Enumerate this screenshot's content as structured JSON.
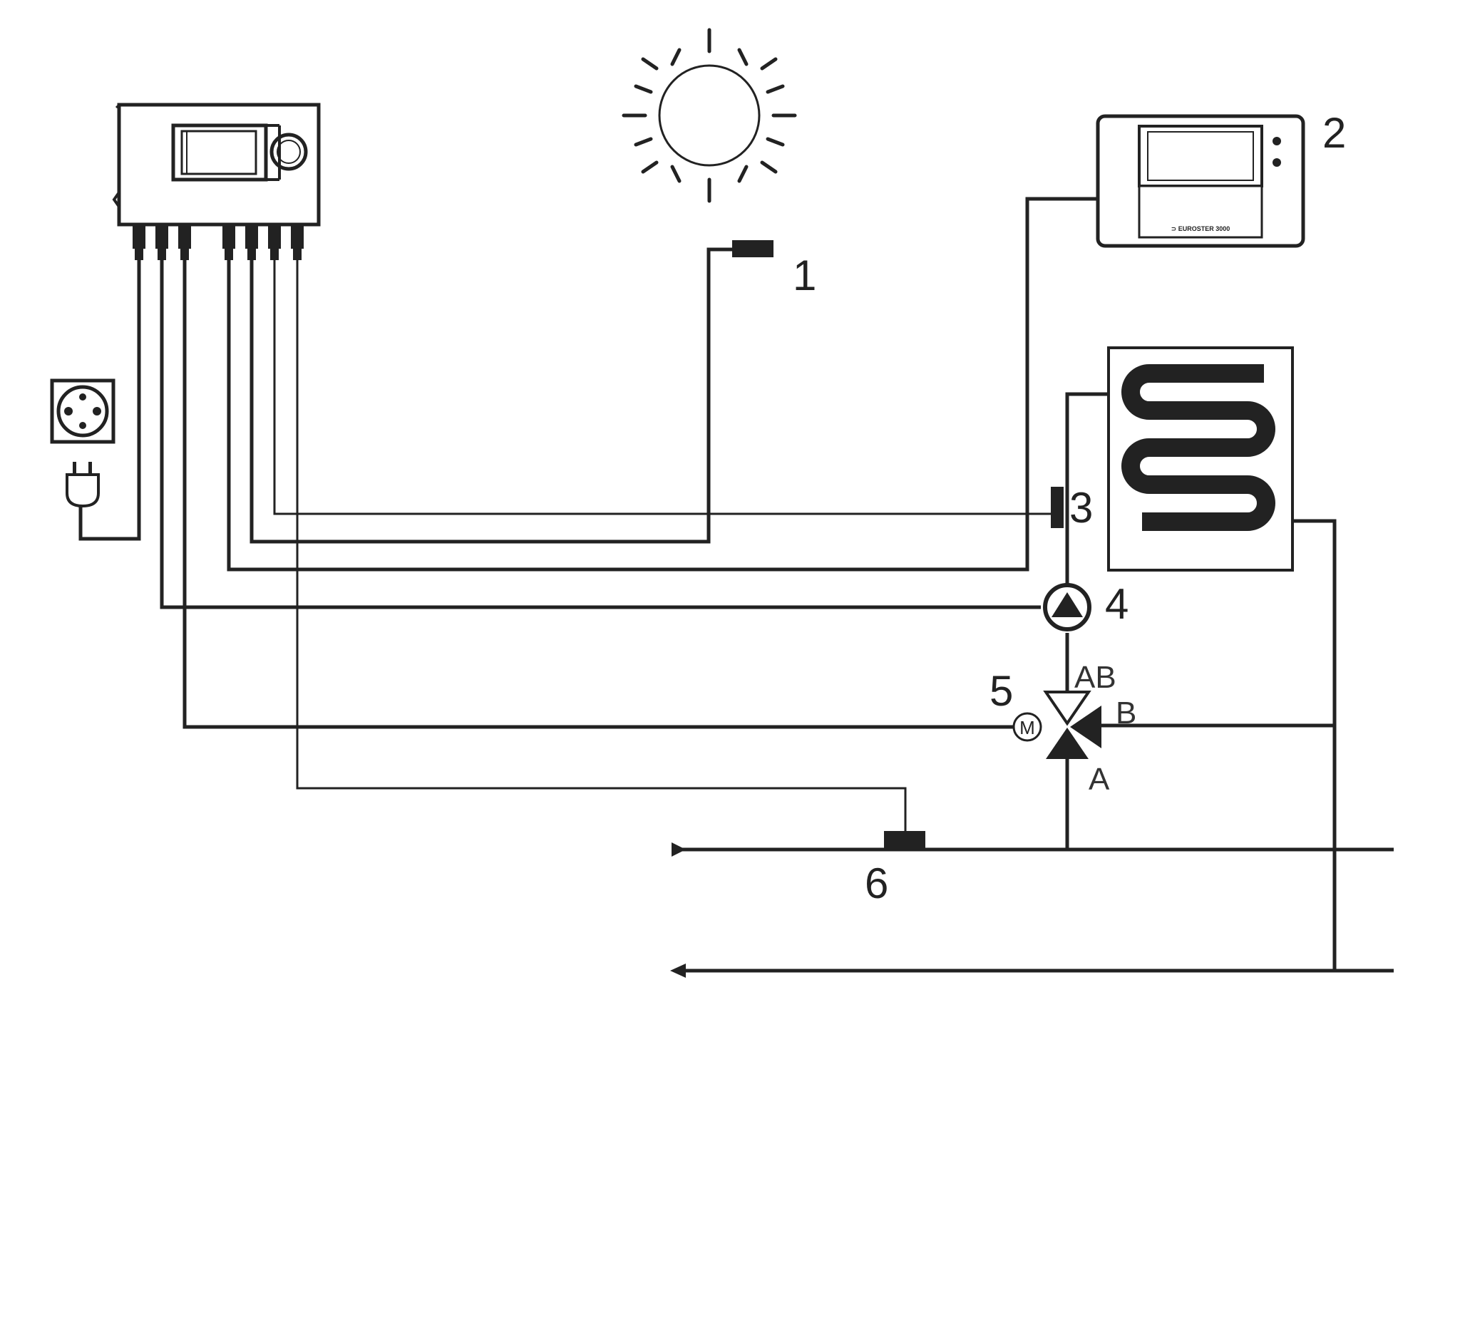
{
  "labels": {
    "outdoor_sensor": "1",
    "room_unit": "2",
    "flow_sensor": "3",
    "pump": "4",
    "mixing_valve": "5",
    "return_sensor": "6"
  },
  "valve_ports": {
    "ab": "AB",
    "b": "B",
    "a": "A"
  },
  "motor_symbol": "M",
  "room_unit_brand": "⊃ EUROSTER 3000"
}
